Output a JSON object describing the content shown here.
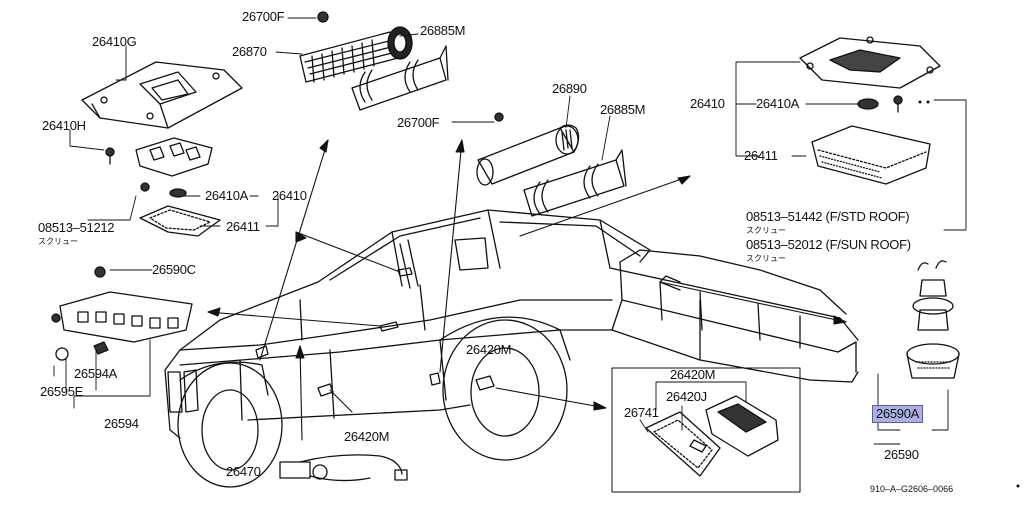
{
  "highlight_color": "#aab0e6",
  "parts": {
    "p26700F_top": "26700F",
    "p26885M_top": "26885M",
    "p26870": "26870",
    "p26410G": "26410G",
    "p26410H": "26410H",
    "p26410A_left": "26410A",
    "p26410_left": "26410",
    "p08513_51212": "08513–51212",
    "screw_left": "スクリュー",
    "p26411_left": "26411",
    "p26890": "26890",
    "p26885M_mid": "26885M",
    "p26700F_mid": "26700F",
    "p26410_right": "26410",
    "p26410A_right": "26410A",
    "p26411_right": "26411",
    "p08513_51442": "08513–51442 (F/STD ROOF)",
    "screw_r1": "スクリュー",
    "p08513_52012": "08513–52012 (F/SUN ROOF)",
    "screw_r2": "スクリュー",
    "p26590C": "26590C",
    "p26594A": "26594A",
    "p26595E": "26595E",
    "p26594": "26594",
    "p26420M_car": "26420M",
    "p26420M_low": "26420M",
    "p26470": "26470",
    "p26420M_box": "26420M",
    "p26420J": "26420J",
    "p26741": "26741",
    "p26590A": "26590A",
    "p26590": "26590",
    "drawing_code": "910–A–G2606–0066"
  }
}
